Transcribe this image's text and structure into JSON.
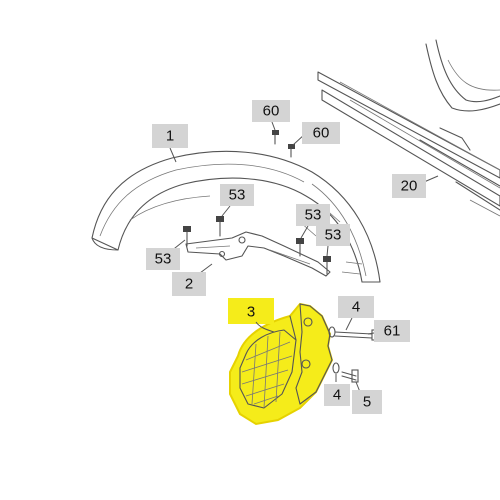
{
  "callouts": [
    {
      "id": "1",
      "text": "1"
    },
    {
      "id": "60a",
      "text": "60"
    },
    {
      "id": "60b",
      "text": "60"
    },
    {
      "id": "20",
      "text": "20"
    },
    {
      "id": "53a",
      "text": "53"
    },
    {
      "id": "53b",
      "text": "53"
    },
    {
      "id": "53c",
      "text": "53"
    },
    {
      "id": "53d",
      "text": "53"
    },
    {
      "id": "2",
      "text": "2"
    },
    {
      "id": "3",
      "text": "3"
    },
    {
      "id": "4a",
      "text": "4"
    },
    {
      "id": "61",
      "text": "61"
    },
    {
      "id": "4b",
      "text": "4"
    },
    {
      "id": "5",
      "text": "5"
    }
  ],
  "colors": {
    "highlight": "#f5ec1a",
    "label_box": "#d4d4d4",
    "line": "#555555"
  }
}
